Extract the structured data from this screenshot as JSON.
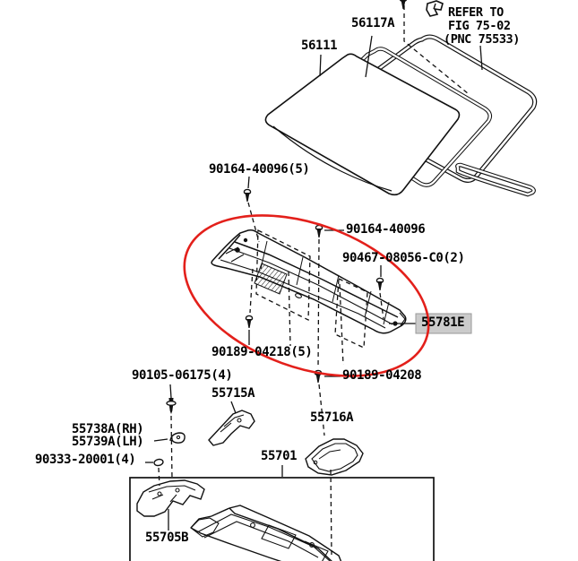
{
  "diagram": {
    "title": "windshield-and-cowl-exploded-parts-diagram",
    "note": {
      "line1": "REFER TO",
      "line2": "FIG 75-02",
      "line3": "(PNC 75533)"
    },
    "parts": {
      "molding": "56117A",
      "windshield_glass": "56111",
      "screw_upper_qty": "90164-40096(5)",
      "screw_upper": "90164-40096",
      "screw_side": "90467-08056-C0(2)",
      "louver_selected": "55781E",
      "screw_lower_qty": "90189-04218(5)",
      "screw_lower": "90189-04208",
      "bolt_qty": "90105-06175(4)",
      "brace": "55715A",
      "clip_rh": "55738A(RH)",
      "clip_lh": "55739A(LH)",
      "grommet": "90333-20001(4)",
      "side_panel": "55716A",
      "cowl_panel": "55701",
      "bracket": "55705B"
    },
    "colors": {
      "highlight_ellipse": "#e3201b",
      "selected_label_bg": "#cbcbcb",
      "selected_label_border": "#999999",
      "line_art": "#111111"
    }
  }
}
